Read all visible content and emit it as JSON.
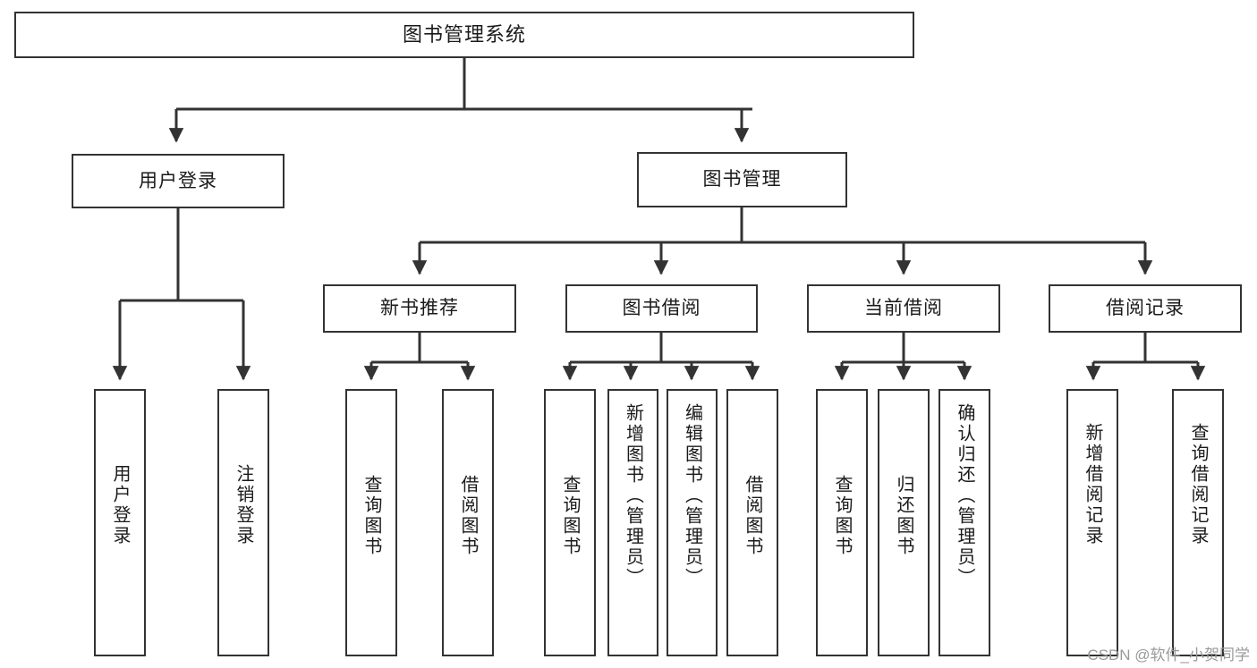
{
  "diagram": {
    "type": "tree",
    "title": "图书管理系统",
    "orientation": "top-down",
    "watermark": "CSDN @软件_小贺同学",
    "colors": {
      "box_border": "#333333",
      "box_fill": "#ffffff",
      "edge": "#333333",
      "text": "#1a1a1a",
      "watermark": "#9a9a9a"
    }
  },
  "nodes": {
    "root": {
      "label": "图书管理系统",
      "level": 1
    },
    "level2": [
      {
        "id": "user-login",
        "label": "用户登录"
      },
      {
        "id": "book-manage",
        "label": "图书管理"
      }
    ],
    "level3": [
      {
        "id": "new-book-rec",
        "label": "新书推荐",
        "parent": "book-manage"
      },
      {
        "id": "book-borrow",
        "label": "图书借阅",
        "parent": "book-manage"
      },
      {
        "id": "current-borrow",
        "label": "当前借阅",
        "parent": "book-manage"
      },
      {
        "id": "borrow-record",
        "label": "借阅记录",
        "parent": "book-manage"
      }
    ],
    "leaves": [
      {
        "id": "leaf-user-login",
        "label": "用户登录",
        "parent": "user-login"
      },
      {
        "id": "leaf-logout-login",
        "label": "注销登录",
        "parent": "user-login"
      },
      {
        "id": "leaf-query-book-rec",
        "label": "查询图书",
        "parent": "new-book-rec"
      },
      {
        "id": "leaf-borrow-book-rec",
        "label": "借阅图书",
        "parent": "new-book-rec"
      },
      {
        "id": "leaf-query-book-borrow",
        "label": "查询图书",
        "parent": "book-borrow"
      },
      {
        "id": "leaf-add-book",
        "label": "新增图书（管理员）",
        "parent": "book-borrow"
      },
      {
        "id": "leaf-edit-book",
        "label": "编辑图书（管理员）",
        "parent": "book-borrow"
      },
      {
        "id": "leaf-borrow-book",
        "label": "借阅图书",
        "parent": "book-borrow"
      },
      {
        "id": "leaf-query-book-current",
        "label": "查询图书",
        "parent": "current-borrow"
      },
      {
        "id": "leaf-return-book",
        "label": "归还图书",
        "parent": "current-borrow"
      },
      {
        "id": "leaf-confirm-return",
        "label": "确认归还（管理员）",
        "parent": "current-borrow"
      },
      {
        "id": "leaf-add-record",
        "label": "新增借阅记录",
        "parent": "borrow-record"
      },
      {
        "id": "leaf-query-record",
        "label": "查询借阅记录",
        "parent": "borrow-record"
      }
    ]
  }
}
